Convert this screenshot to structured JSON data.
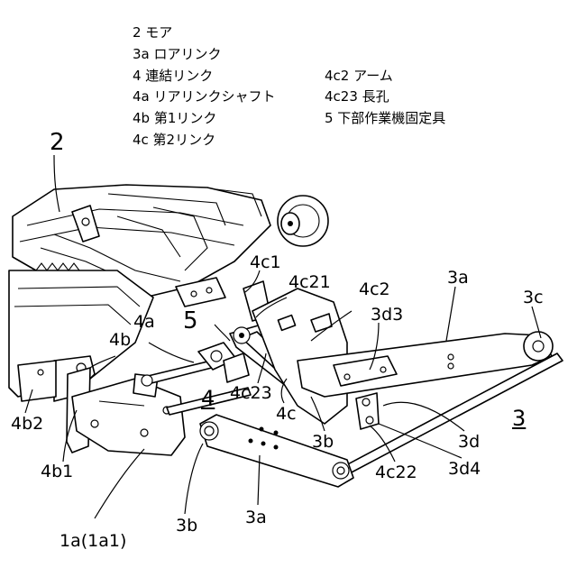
{
  "legend": {
    "col1": [
      "2 モア",
      "3a ロアリンク",
      "4 連結リンク",
      "4a リアリンクシャフト",
      "4b 第1リンク",
      "4c 第2リンク"
    ],
    "col2": [
      "4c2 アーム",
      "4c23 長孔",
      "5 下部作業機固定具"
    ]
  },
  "refs": {
    "r2": "2",
    "r4c1": "4c1",
    "r4c21": "4c21",
    "r4c2": "4c2",
    "r3a_top": "3a",
    "r3c": "3c",
    "r4a": "4a",
    "r5": "5",
    "r3d3": "3d3",
    "r4b": "4b",
    "r4_underlined": "4",
    "r4c23": "4c23",
    "r4c": "4c",
    "r4b2": "4b2",
    "r3b_mid": "3b",
    "r3d": "3d",
    "r3_fig": "3",
    "r4b1": "4b1",
    "r4c22": "4c22",
    "r3d4": "3d4",
    "r3b_low": "3b",
    "r3a_low": "3a",
    "r1a": "1a(1a1)"
  }
}
